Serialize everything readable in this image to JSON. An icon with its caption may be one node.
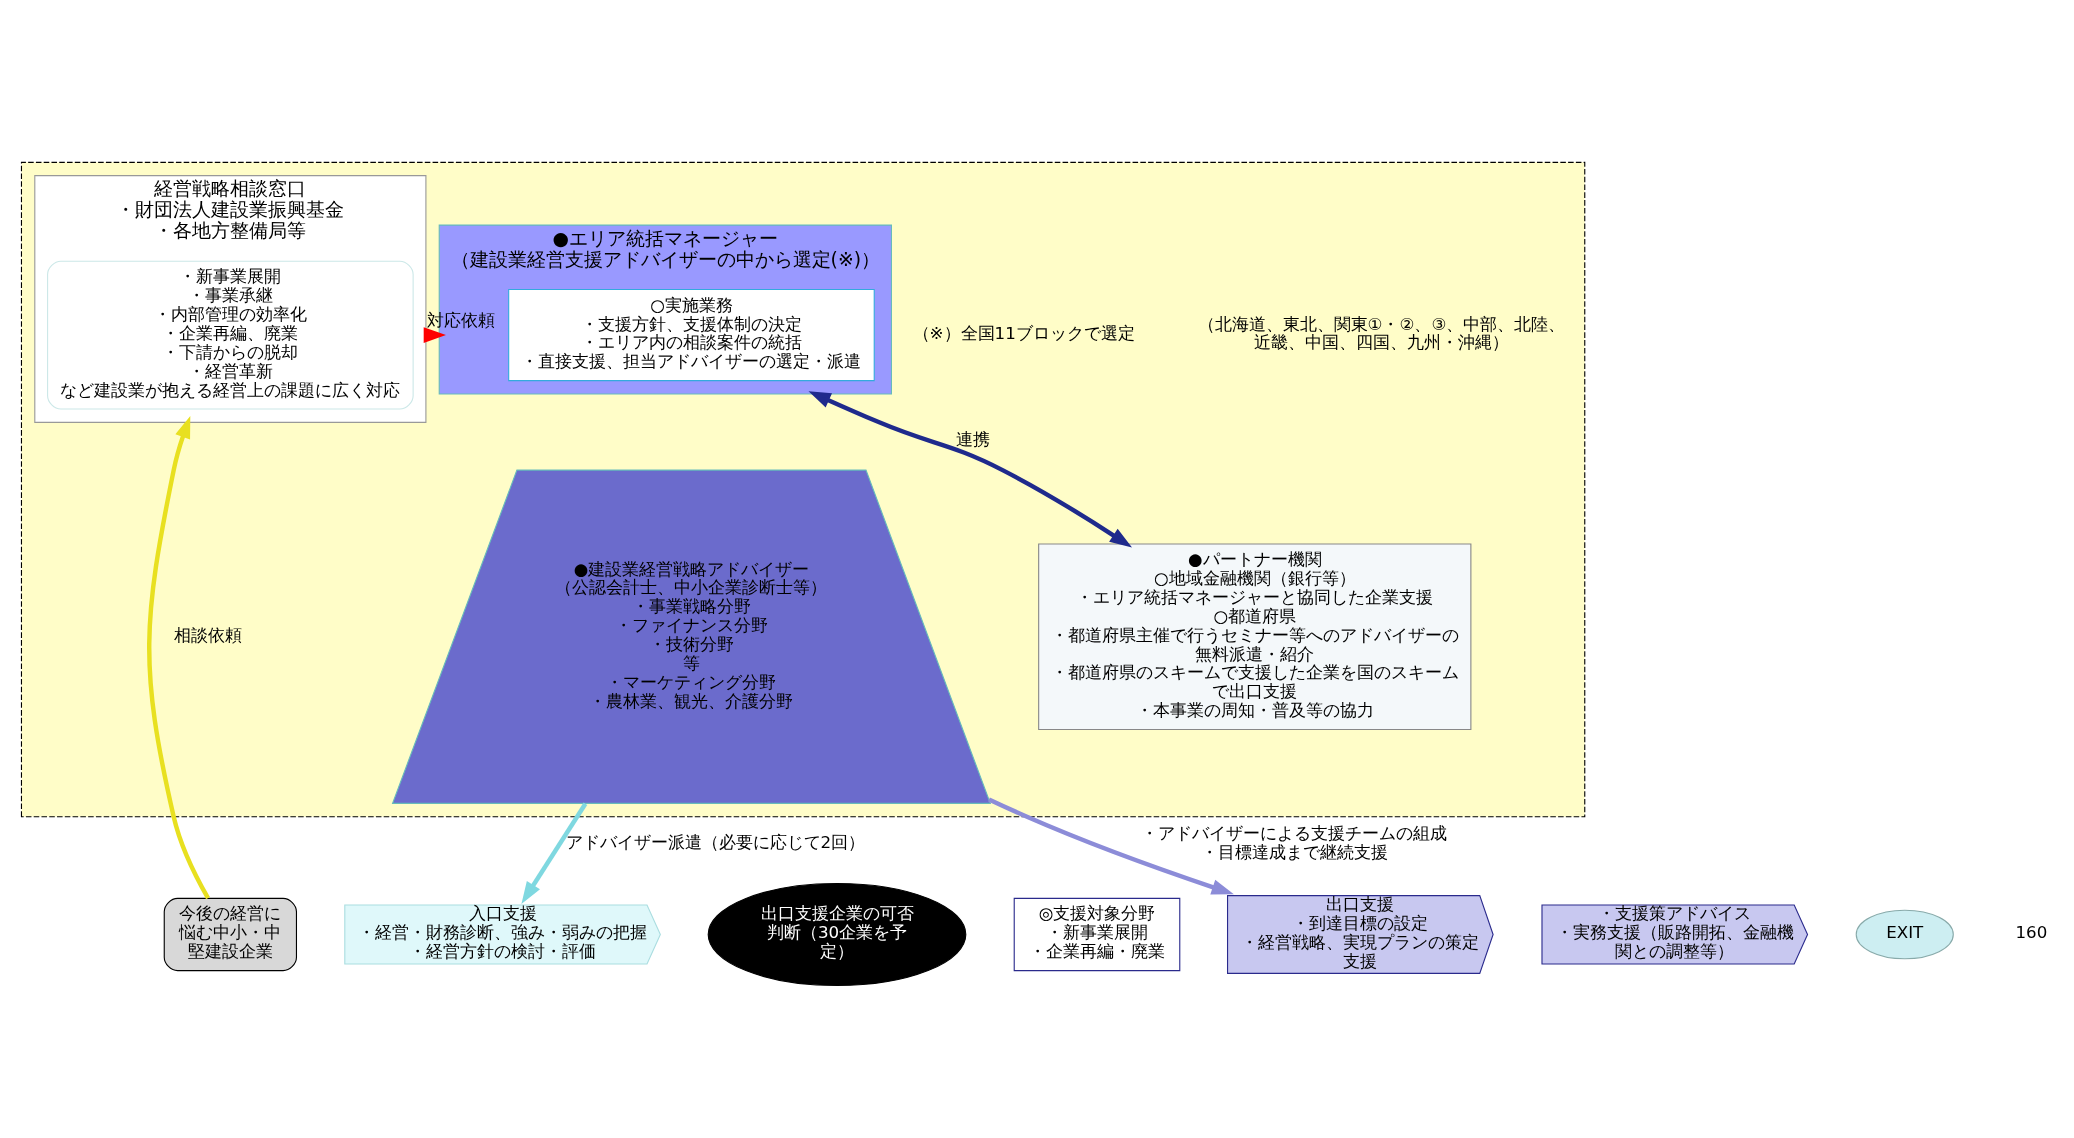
{
  "diagram": {
    "nodes": [
      {
        "text": [],
        "shape": "box"
      },
      {
        "text": [
          "経営戦略相談窓口",
          "・財団法人建設業振興基金",
          "・各地方整備局等"
        ],
        "in": 0
      },
      {
        "text": [
          "・新事業展開",
          "・事業承継",
          "・内部管理の効率化",
          "・企業再編、廃業",
          "・下請からの脱却",
          "・経営革新",
          "など建設業が抱える経営上の課題に広く対応"
        ],
        "in": 1
      },
      {
        "text": [
          "●エリア統括マネージャー",
          "（建設業経営支援アドバイザーの中から選定(※)）"
        ],
        "in": 0
      },
      {
        "text": [
          "○実施業務",
          "・支援方針、支援体制の決定",
          "・エリア内の相談案件の統括",
          "・直接支援、担当アドバイザーの選定・派遣"
        ],
        "in": 3
      },
      {
        "text": [
          "●建設業経営戦略アドバイザー",
          "（公認会計士、中小企業診断士等）",
          "・事業戦略分野",
          "・ファイナンス分野",
          "・技術分野",
          "等",
          "・マーケティング分野",
          "・農林業、観光、介護分野"
        ],
        "in": 0
      },
      {
        "text": [
          "●パートナー機関",
          "○地域金融機関（銀行等）",
          "・エリア統括マネージャーと協同した企業支援",
          "○都道府県",
          "・都道府県主催で行うセミナー等へのアドバイザーの無料派遣・紹介",
          "・都道府県のスキームで支援した企業を国のスキームで出口支援",
          "・本事業の周知・普及等の協力"
        ],
        "in": 0
      },
      {
        "text": [
          "今後の経営に悩む中小・中堅建設企業"
        ]
      },
      {
        "text": [
          "入口支援",
          "・経営・財務診断、強み・弱みの把握",
          "・経営方針の検討・評価"
        ]
      },
      {
        "text": [
          "出口支援企業の可否判断（30企業を予定）"
        ]
      },
      {
        "text": [
          "◎支援対象分野",
          "・新事業展開",
          "・企業再編・廃業"
        ]
      },
      {
        "text": [
          "出口支援",
          "・到達目標の設定",
          "・経営戦略、実現プランの策定支援"
        ]
      },
      {
        "text": [
          "・支援策アドバイス",
          "・実務支援（販路開拓、金融機関との調整等）"
        ]
      },
      {
        "text": [
          "EXIT"
        ]
      }
    ],
    "edges": [
      {
        "from": 1,
        "to": 3,
        "arrow": "to",
        "label": "対応依頼",
        "color": "#ff0000"
      },
      {
        "from": 3,
        "to": 6,
        "arrow": "both",
        "label": "連携",
        "color": "#1f2a8c"
      },
      {
        "from": 7,
        "to": 1,
        "arrow": "to",
        "label": "相談依頼",
        "color": "#e8e020"
      },
      {
        "from": 5,
        "to": 8,
        "arrow": "to",
        "label": "アドバイザー派遣（必要に応じて2回）",
        "color": "#7fd8e0"
      },
      {
        "from": 5,
        "to": 11,
        "arrow": "to",
        "label": "・アドバイザーによる支援チームの組成・目標達成まで継続支援",
        "color": "#8c8cd8"
      }
    ],
    "labels": [
      "（※）全国11ブロックで選定",
      "（北海道、東北、関東①・②、③、中部、北陸、近畿、中国、四国、九州・沖縄）",
      "160"
    ]
  }
}
